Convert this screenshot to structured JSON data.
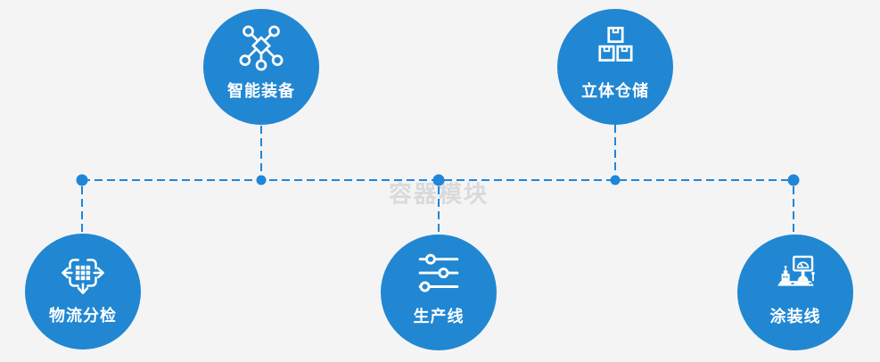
{
  "diagram": {
    "title": "factory-process-diagram",
    "watermark": "容器模块",
    "nodes": [
      {
        "label": "智能装备",
        "icon": "network-nodes-icon"
      },
      {
        "label": "立体仓储",
        "icon": "stacked-boxes-icon"
      },
      {
        "label": "物流分检",
        "icon": "sort-distribute-icon"
      },
      {
        "label": "生产线",
        "icon": "sliders-icon"
      },
      {
        "label": "涂装线",
        "icon": "control-console-icon"
      }
    ],
    "colors": {
      "background": "#f4f4f5",
      "node_fill": "#2187d2",
      "connector_line": "#1f86d8",
      "icon": "#ffffff",
      "label": "#ffffff",
      "watermark": "#d9dadb"
    }
  }
}
